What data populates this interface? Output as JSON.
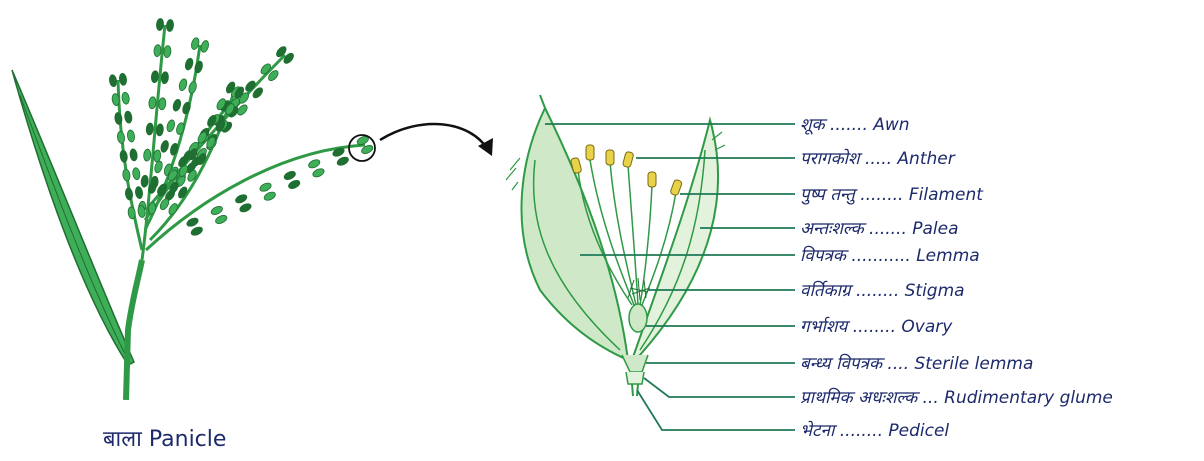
{
  "panicle_caption": "बाला Panicle",
  "colors": {
    "leaf": "#2f9a45",
    "grain_dark": "#1f6e32",
    "grain_light": "#3fae58",
    "glume_fill": "#cfe9c8",
    "leader_line": "#1e7a55",
    "label_text": "#1d2a6b",
    "anther": "#e8d24a",
    "arrow": "#111111"
  },
  "parts": [
    {
      "id": "awn",
      "label": "शूक ....... Awn"
    },
    {
      "id": "anther",
      "label": "परागकोश ..... Anther"
    },
    {
      "id": "filament",
      "label": "पुष्प तन्तु ........ Filament"
    },
    {
      "id": "palea",
      "label": "अन्तःशल्क ....... Palea"
    },
    {
      "id": "lemma",
      "label": "विपत्रक ........... Lemma"
    },
    {
      "id": "stigma",
      "label": "वर्तिकाग्र ........ Stigma"
    },
    {
      "id": "ovary",
      "label": "गर्भाशय ........ Ovary"
    },
    {
      "id": "sterile-lemma",
      "label": "बन्ध्य विपत्रक .... Sterile lemma"
    },
    {
      "id": "rudimentary-glume",
      "label": "प्राथमिक अधःशल्क ... Rudimentary glume"
    },
    {
      "id": "pedicel",
      "label": "भेटना ........ Pedicel"
    }
  ]
}
